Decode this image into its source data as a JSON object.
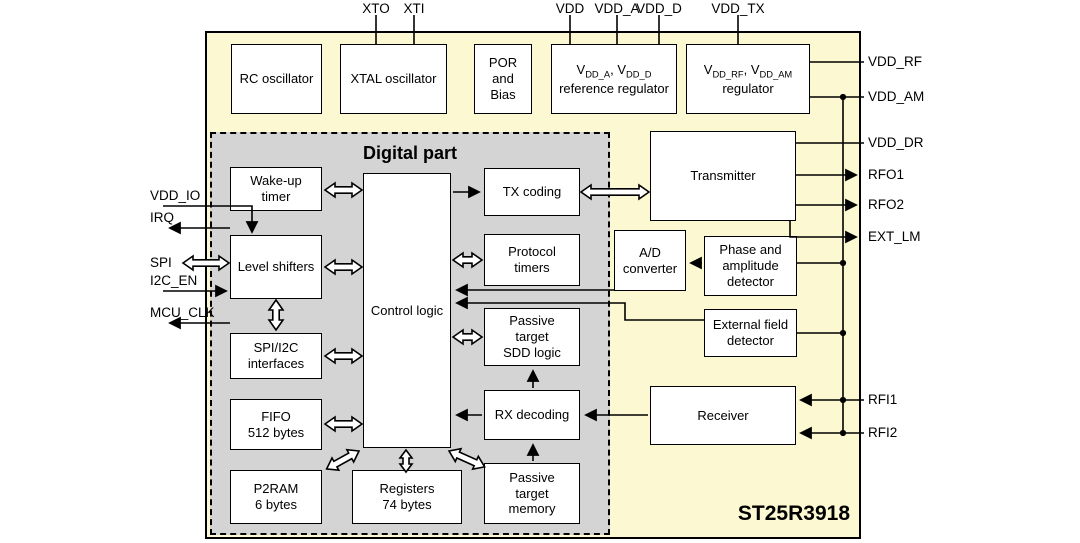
{
  "chip": {
    "name": "ST25R3918"
  },
  "regions": {
    "digital_part": "Digital part"
  },
  "pins": {
    "top": [
      "XTO",
      "XTI",
      "VDD",
      "VDD_A",
      "VDD_D",
      "VDD_TX"
    ],
    "left": [
      "VDD_IO",
      "IRQ",
      "SPI",
      "I2C_EN",
      "MCU_CLK"
    ],
    "right": [
      "VDD_RF",
      "VDD_AM",
      "VDD_DR",
      "RFO1",
      "RFO2",
      "EXT_LM",
      "RFI1",
      "RFI2"
    ]
  },
  "blocks": {
    "rc_oscillator": {
      "lines": [
        "RC oscillator"
      ]
    },
    "xtal_oscillator": {
      "lines": [
        "XTAL oscillator"
      ]
    },
    "por_bias": {
      "lines": [
        "POR",
        "and",
        "Bias"
      ]
    },
    "ref_regulator": {
      "t1": "V",
      "s1": "DD_A",
      "t2": ", V",
      "s2": "DD_D",
      "line2": "reference regulator"
    },
    "rf_regulator": {
      "t1": "V",
      "s1": "DD_RF",
      "t2": ", V",
      "s2": "DD_AM",
      "line2": "regulator"
    },
    "wake_up_timer": {
      "lines": [
        "Wake-up",
        "timer"
      ]
    },
    "level_shifters": {
      "lines": [
        "Level shifters"
      ]
    },
    "spi_i2c_interfaces": {
      "lines": [
        "SPI/I2C",
        "interfaces"
      ]
    },
    "fifo": {
      "lines": [
        "FIFO",
        "512 bytes"
      ]
    },
    "p2ram": {
      "lines": [
        "P2RAM",
        "6 bytes"
      ]
    },
    "control_logic": {
      "lines": [
        "Control logic"
      ]
    },
    "registers": {
      "lines": [
        "Registers",
        "74 bytes"
      ]
    },
    "tx_coding": {
      "lines": [
        "TX coding"
      ]
    },
    "protocol_timers": {
      "lines": [
        "Protocol",
        "timers"
      ]
    },
    "passive_target_sdd_logic": {
      "lines": [
        "Passive",
        "target",
        "SDD logic"
      ]
    },
    "rx_decoding": {
      "lines": [
        "RX decoding"
      ]
    },
    "passive_target_memory": {
      "lines": [
        "Passive",
        "target",
        "memory"
      ]
    },
    "transmitter": {
      "lines": [
        "Transmitter"
      ]
    },
    "ad_converter": {
      "lines": [
        "A/D",
        "converter"
      ]
    },
    "phase_amplitude_detector": {
      "lines": [
        "Phase and",
        "amplitude",
        "detector"
      ]
    },
    "external_field_detector": {
      "lines": [
        "External field",
        "detector"
      ]
    },
    "receiver": {
      "lines": [
        "Receiver"
      ]
    }
  },
  "colors": {
    "chip_fill": "#fcf8d2",
    "digital_fill": "#d4d4d4",
    "block_fill": "#ffffff",
    "line_color": "#000000"
  }
}
